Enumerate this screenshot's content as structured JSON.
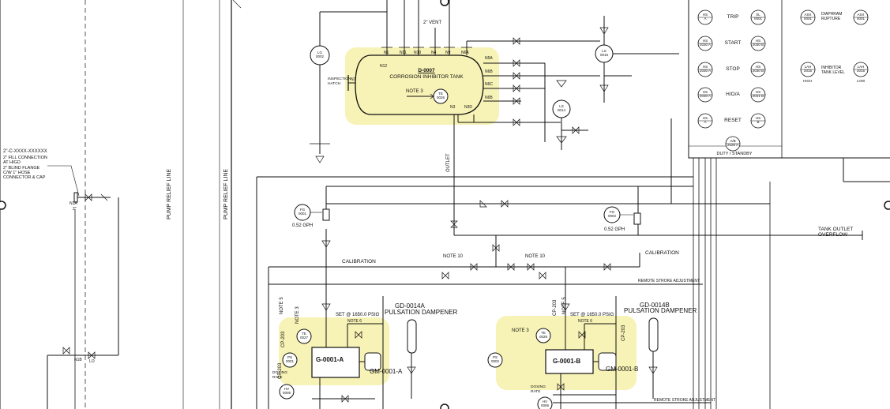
{
  "labels": {
    "fill_spec": "2\"-C-XXXX-XXXXXX",
    "fill_connection": "2\" FILL CONNECTION\nAT HIGD\n2\" BLIND FLANGE\nC/W 1\" HOSE\nCONNECTOR & CAP",
    "pump_relief_line_1": "PUMP RELIEF LINE",
    "pump_relief_line_2": "PUMP RELIEF LINE",
    "outlet": "OUTLET",
    "tank_outlet_overflow": "TANK OUTLET\nOVERFLOW",
    "calibration_left": "CALIBRATION",
    "calibration_right": "CALIBRATION",
    "remote_stroke_1": "REMOTE STROKE ADJUSTMENT",
    "remote_stroke_2": "REMOTE STROKE ADJUSTMENT",
    "vent": "2\" VENT",
    "inspection_hatch": "INSPECTION\nHATCH",
    "note3_tank": "NOTE 3",
    "note3_a": "NOTE 3",
    "note3_b": "NOTE 3",
    "note5_a": "NOTE 5",
    "note5_b": "NOTE 5",
    "note6_a": "NOTE 6",
    "note6_b": "NOTE 6",
    "note10_a": "NOTE 10",
    "note10_b": "NOTE 10",
    "set_a": "SET @ 1650.0 PSIG",
    "set_b": "SET @ 1650.0 PSIG",
    "dosing_rate_a": "DOSING\nRATE",
    "dosing_rate_b": "DOSING\nRATE",
    "gph_1": "0.52 GPH",
    "gph_2": "0.52 GPH",
    "cp203_a": "CP-203",
    "cp203_b": "CP-203",
    "cp203_c": "CP-203",
    "cp203_d": "CP-203",
    "duty_standby": "DUTY  /  STANDBY",
    "n1a": "N1A",
    "n1a_size": "2\"",
    "n1b": "N1B",
    "n1b_size": "LO"
  },
  "tank": {
    "tag": "D-0007",
    "name": "CORROSION INHIBITOR TANK",
    "nozzles": [
      "N1",
      "N11",
      "N10",
      "N4",
      "N9",
      "N6A"
    ],
    "side_nozzles": [
      "N5A",
      "N6B",
      "N6C",
      "N6B"
    ],
    "bottom_nozzles": [
      "N3",
      "N3D"
    ],
    "n12": "N12",
    "n7": "N7"
  },
  "pump_a": {
    "tag": "G-0001-A",
    "motor": "GM-0001-A"
  },
  "pump_b": {
    "tag": "G-0001-B",
    "motor": "GM-0001-B"
  },
  "dampener_a": {
    "tag": "GD-0014A",
    "name": "PULSATION DAMPENER"
  },
  "dampener_b": {
    "tag": "GD-0014B",
    "name": "PULSATION DAMPENER"
  },
  "instruments": [
    {
      "tag": "LG\n0002"
    },
    {
      "tag": "LS\n0015"
    },
    {
      "tag": "LS\n0014"
    },
    {
      "tag": "TE\n0026"
    },
    {
      "tag": "FG\n0001"
    },
    {
      "tag": "FG\n0002"
    },
    {
      "tag": "TE\n0027"
    },
    {
      "tag": "PS\n0001"
    },
    {
      "tag": "HV\n0005"
    },
    {
      "tag": "TE\n0028"
    },
    {
      "tag": "PS\n0002"
    },
    {
      "tag": "HV\n0006"
    }
  ],
  "panel": {
    "left_buttons": [
      {
        "tag": "HS\nA",
        "label": "TRIP"
      },
      {
        "tag": "HS\n2030 A",
        "label": "START"
      },
      {
        "tag": "HS\n2030 A",
        "label": "STOP"
      },
      {
        "tag": "HS\n2030 A",
        "label": "H/O/A"
      },
      {
        "tag": "HS\nA",
        "label": "RESET"
      }
    ],
    "right_buttons": [
      {
        "tag": "XL\n0001"
      },
      {
        "tag": "HS\n2030 B"
      },
      {
        "tag": "HS\n2030 B"
      },
      {
        "tag": "HS\n2031 B"
      },
      {
        "tag": "HS\nB"
      }
    ],
    "alarms": [
      {
        "tag": "ASX\n0001",
        "label": "DIAPHRAM\nRUPTURE"
      },
      {
        "tag": "LAH\n2015",
        "label": "INHIBITOR\nTANK LEVEL"
      }
    ],
    "selector": {
      "tag": "A/B\n2028 A"
    },
    "high_label": "HIGH",
    "low_label": "LOW"
  }
}
